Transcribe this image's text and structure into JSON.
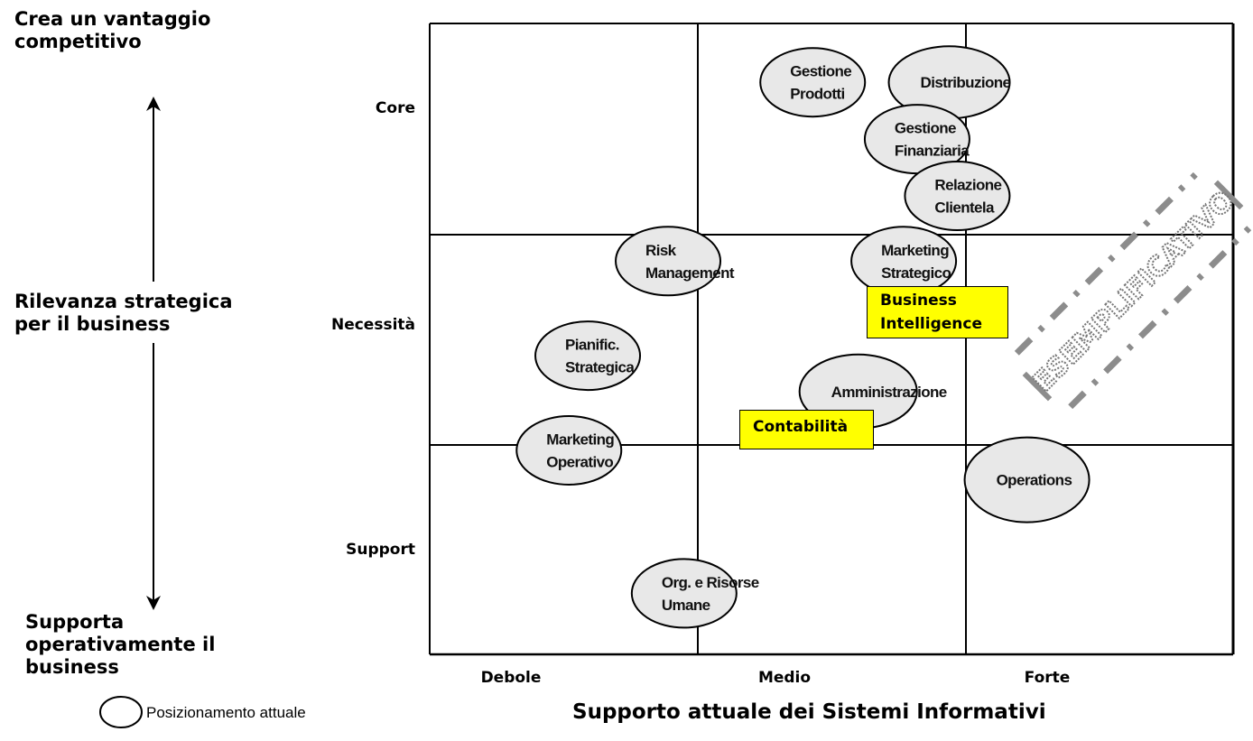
{
  "y_axis": {
    "top_label": "Crea un vantaggio\ncompetitivo",
    "middle_label": "Rilevanza strategica\nper il business",
    "bottom_label": "Supporta\noperativamente il\nbusiness",
    "levels": [
      "Core",
      "Necessità",
      "Support"
    ]
  },
  "x_axis": {
    "title": "Supporto attuale dei Sistemi Informativi",
    "levels": [
      "Debole",
      "Medio",
      "Forte"
    ]
  },
  "legend": {
    "symbol": "ellipse-icon",
    "label": "Posizionamento attuale"
  },
  "watermark": "ESEMPLIFICATIVO",
  "bubbles": [
    {
      "id": "gestione-prodotti",
      "lines": [
        "Gestione",
        "Prodotti"
      ],
      "x_support": 1.43,
      "y_relevance": 2.72
    },
    {
      "id": "distribuzione",
      "lines": [
        "Distribuzione"
      ],
      "x_support": 1.94,
      "y_relevance": 2.72
    },
    {
      "id": "gestione-finanziaria",
      "lines": [
        "Gestione",
        "Finanziaria"
      ],
      "x_support": 1.82,
      "y_relevance": 2.45
    },
    {
      "id": "relazione-clientela",
      "lines": [
        "Relazione",
        "Clientela"
      ],
      "x_support": 1.97,
      "y_relevance": 2.18
    },
    {
      "id": "risk-management",
      "lines": [
        "Risk",
        "Management"
      ],
      "x_support": 0.89,
      "y_relevance": 1.87
    },
    {
      "id": "marketing-strategico",
      "lines": [
        "Marketing",
        "Strategico"
      ],
      "x_support": 1.77,
      "y_relevance": 1.87
    },
    {
      "id": "pianific-strategica",
      "lines": [
        "Pianific.",
        "Strategica"
      ],
      "x_support": 0.59,
      "y_relevance": 1.42
    },
    {
      "id": "amministrazione",
      "lines": [
        "Amministrazione"
      ],
      "x_support": 1.6,
      "y_relevance": 1.25
    },
    {
      "id": "marketing-operativo",
      "lines": [
        "Marketing",
        "Operativo"
      ],
      "x_support": 0.52,
      "y_relevance": 0.97
    },
    {
      "id": "operations",
      "lines": [
        "Operations"
      ],
      "x_support": 2.23,
      "y_relevance": 0.83
    },
    {
      "id": "org-risorse-umane",
      "lines": [
        "Org. e Risorse",
        "Umane"
      ],
      "x_support": 0.95,
      "y_relevance": 0.29
    }
  ],
  "highlights": [
    {
      "id": "business-intelligence",
      "label": "Business\nIntelligence"
    },
    {
      "id": "contabilita",
      "label": "Contabilità"
    }
  ],
  "colors": {
    "bubble_fill": "#e8e8e8",
    "highlight_fill": "#ffff00",
    "grid": "#000000",
    "watermark": "#8c8c8c"
  }
}
